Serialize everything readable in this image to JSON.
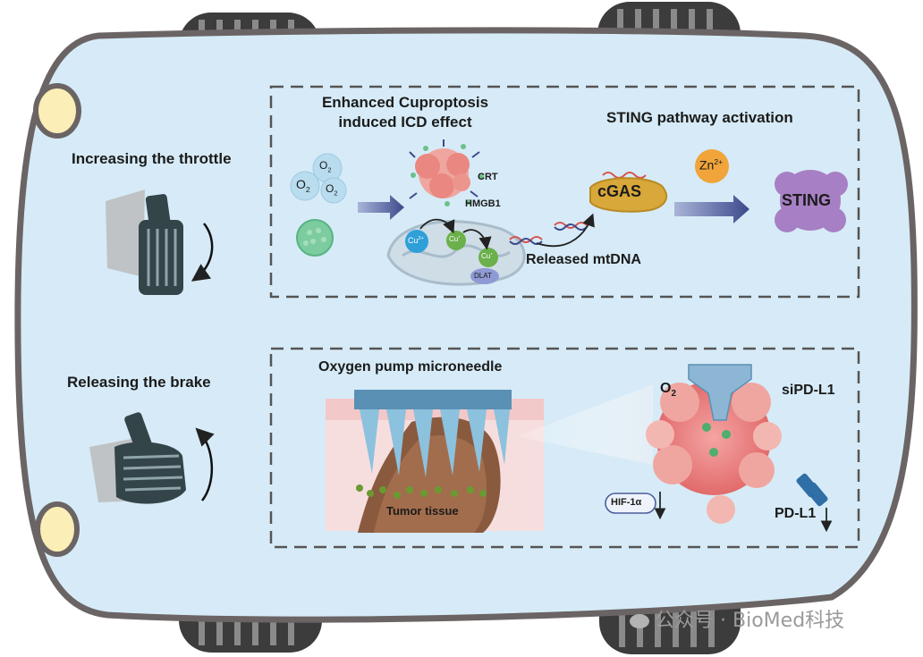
{
  "left_labels": {
    "throttle": "Increasing the throttle",
    "brake": "Releasing the brake"
  },
  "top_panel": {
    "cuproptosis_line1": "Enhanced Cuproptosis",
    "cuproptosis_line2": "induced ICD effect",
    "sting_title": "STING pathway activation",
    "o2_base": "O",
    "o2_sub": "2",
    "crt": "CRT",
    "hmgb1": "HMGB1",
    "cu_base": "Cu",
    "cu2_sup": "2+",
    "cu1_sup": "+",
    "dlat": "DLAT",
    "released": "Released mtDNA",
    "cgas": "cGAS",
    "zn_base": "Zn",
    "zn_sup": "2+",
    "sting": "STING"
  },
  "bottom_panel": {
    "title": "Oxygen pump microneedle",
    "tumor": "Tumor tissue",
    "o2_base": "O",
    "o2_sub": "2",
    "sipdl1": "siPD-L1",
    "hif": "HIF-1α",
    "pdl1": "PD-L1"
  },
  "watermark": {
    "platform": "公众号",
    "separator": "·",
    "account": "BioMed科技"
  },
  "colors": {
    "car_body": "#d6ebf7",
    "car_outline": "#6b6464",
    "wheel": "#3f3f3f",
    "headlight": "#fbeeb6",
    "arrow": "#3b4a8c",
    "sting": "#a77fc4",
    "cgas": "#d8a83a",
    "zn": "#f0a43a",
    "tumor_red": "#e97a7a"
  }
}
